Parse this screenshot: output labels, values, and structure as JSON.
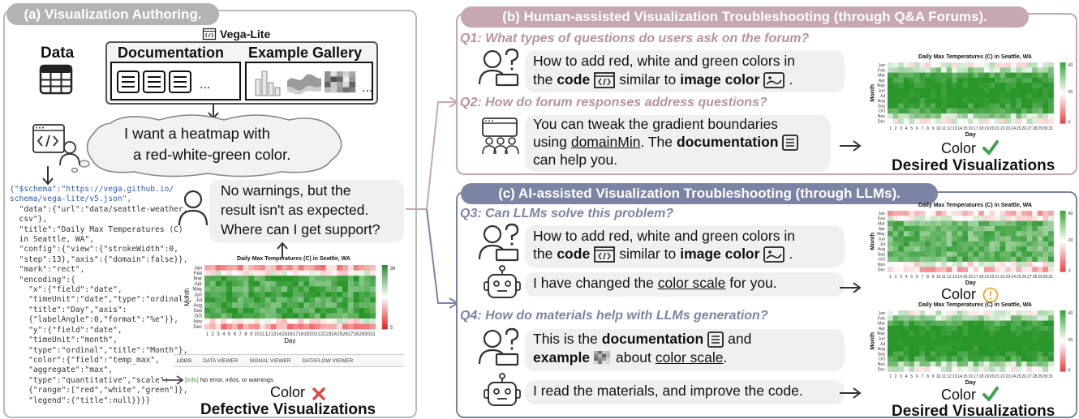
{
  "panel_a": {
    "header": "(a) Visualization Authoring.",
    "vegalite_label": "Vega-Lite",
    "data_label": "Data",
    "documentation_label": "Documentation",
    "gallery_label": "Example Gallery",
    "ellipsis": "...",
    "thought_line1": "I want a heatmap with",
    "thought_line2": "a red-white-green color.",
    "speech_line1": "No warnings, but the",
    "speech_line2": "result isn't as expected.",
    "speech_line3": "Where can I get support?",
    "code_lines": [
      "{\"$schema\":\"https://vega.github.io/",
      "schema/vega-lite/v5.json\",",
      "  \"data\":{\"url\":\"data/seattle-weather.",
      "  csv\"},",
      "  \"title\":\"Daily Max Temperatures (C)",
      "  in Seattle, WA\",",
      "  \"config\":{\"view\":{\"strokeWidth\":0,",
      "  \"step\":13},\"axis\":{\"domain\":false}},",
      "  \"mark\":\"rect\",",
      "  \"encoding\":{",
      "    \"x\":{\"field\":\"date\",",
      "    \"timeUnit\":\"date\",\"type\":\"ordinal\",",
      "    \"title\":\"Day\",\"axis\":",
      "    {\"labelAngle\":0,\"format\":\"%e\"}},",
      "    \"y\":{\"field\":\"date\",",
      "    \"timeUnit\":\"month\",",
      "    \"type\":\"ordinal\",\"title\":\"Month\"},",
      "    \"color\":{\"field\":\"temp_max\",",
      "    \"aggregate\":\"max\",",
      "    \"type\":\"quantitative\",\"scale\":",
      "    {\"range\":[\"red\",\"white\",\"green\"]},",
      "    \"legend\":{\"title\":null}}}}"
    ],
    "tabs": [
      "LOGS",
      "DATA VIEWER",
      "SIGNAL VIEWER",
      "DATAFLOW VIEWER"
    ],
    "log_tag": "[Info]",
    "log_text": "No error, infos, or warnings",
    "color_label": "Color",
    "result_label": "Defective Visualizations"
  },
  "chart": {
    "title": "Daily Max Temperatures (C) in Seattle, WA",
    "xlabel": "Day",
    "ylabel": "Month",
    "months": [
      "Jan",
      "Feb",
      "Mar",
      "Apr",
      "May",
      "Jun",
      "Jul",
      "Aug",
      "Sep",
      "Oct",
      "Nov",
      "Dec"
    ],
    "days": [
      "1",
      "2",
      "3",
      "4",
      "5",
      "6",
      "7",
      "8",
      "9",
      "10",
      "11",
      "12",
      "13",
      "14",
      "15",
      "16",
      "17",
      "18",
      "19",
      "20",
      "21",
      "22",
      "23",
      "24",
      "25",
      "26",
      "27",
      "28",
      "29",
      "30",
      "31"
    ],
    "legend_a": [
      "36",
      "5"
    ],
    "legend_b": [
      "40",
      "20",
      "0"
    ]
  },
  "panel_b": {
    "header": "(b) Human-assisted Visualization Troubleshooting (through Q&A Forums).",
    "q1": "Q1: What types of questions do users ask on the forum?",
    "bubble1_line1": "How to add red, white and green colors in",
    "bubble1_the": "the",
    "bubble1_code": "code",
    "bubble1_similar": "similar to",
    "bubble1_image": "image color",
    "bubble1_end": ".",
    "q2": "Q2: How do forum responses address questions?",
    "bubble2_line1": "You can tweak the gradient boundaries",
    "bubble2_using": "using",
    "bubble2_domainmin": "domainMin",
    "bubble2_the": ". The",
    "bubble2_doc": "documentation",
    "bubble2_line3": "can help you.",
    "color_label": "Color",
    "result_label": "Desired Visualizations"
  },
  "panel_c": {
    "header": "(c) AI-assisted Visualization Troubleshooting (through LLMs).",
    "q3": "Q3: Can LLMs solve this problem?",
    "bubble3_line1": "How to add red, white and green colors in",
    "bubble3_the": "the",
    "bubble3_code": "code",
    "bubble3_similar": "similar to",
    "bubble3_image": "image color",
    "bubble3_end": ".",
    "bubble4_pre": "I have changed the",
    "bubble4_scale": "color scale",
    "bubble4_post": "for you.",
    "color_label_1": "Color",
    "q4": "Q4: How do materials help with LLMs generation?",
    "bubble5_pre": "This is the",
    "bubble5_doc": "documentation",
    "bubble5_and": "and",
    "bubble5_example": "example",
    "bubble5_about": "about",
    "bubble5_scale": "color scale",
    "bubble5_end": ".",
    "bubble6": "I read the materials, and improve the code.",
    "color_label_2": "Color",
    "result_label": "Desired Visualizations"
  },
  "colors": {
    "panel_b": "#c6a7b2",
    "panel_c": "#7c84a6",
    "cross": "#e0474c",
    "check": "#3fa34d",
    "warn": "#f0a820"
  }
}
